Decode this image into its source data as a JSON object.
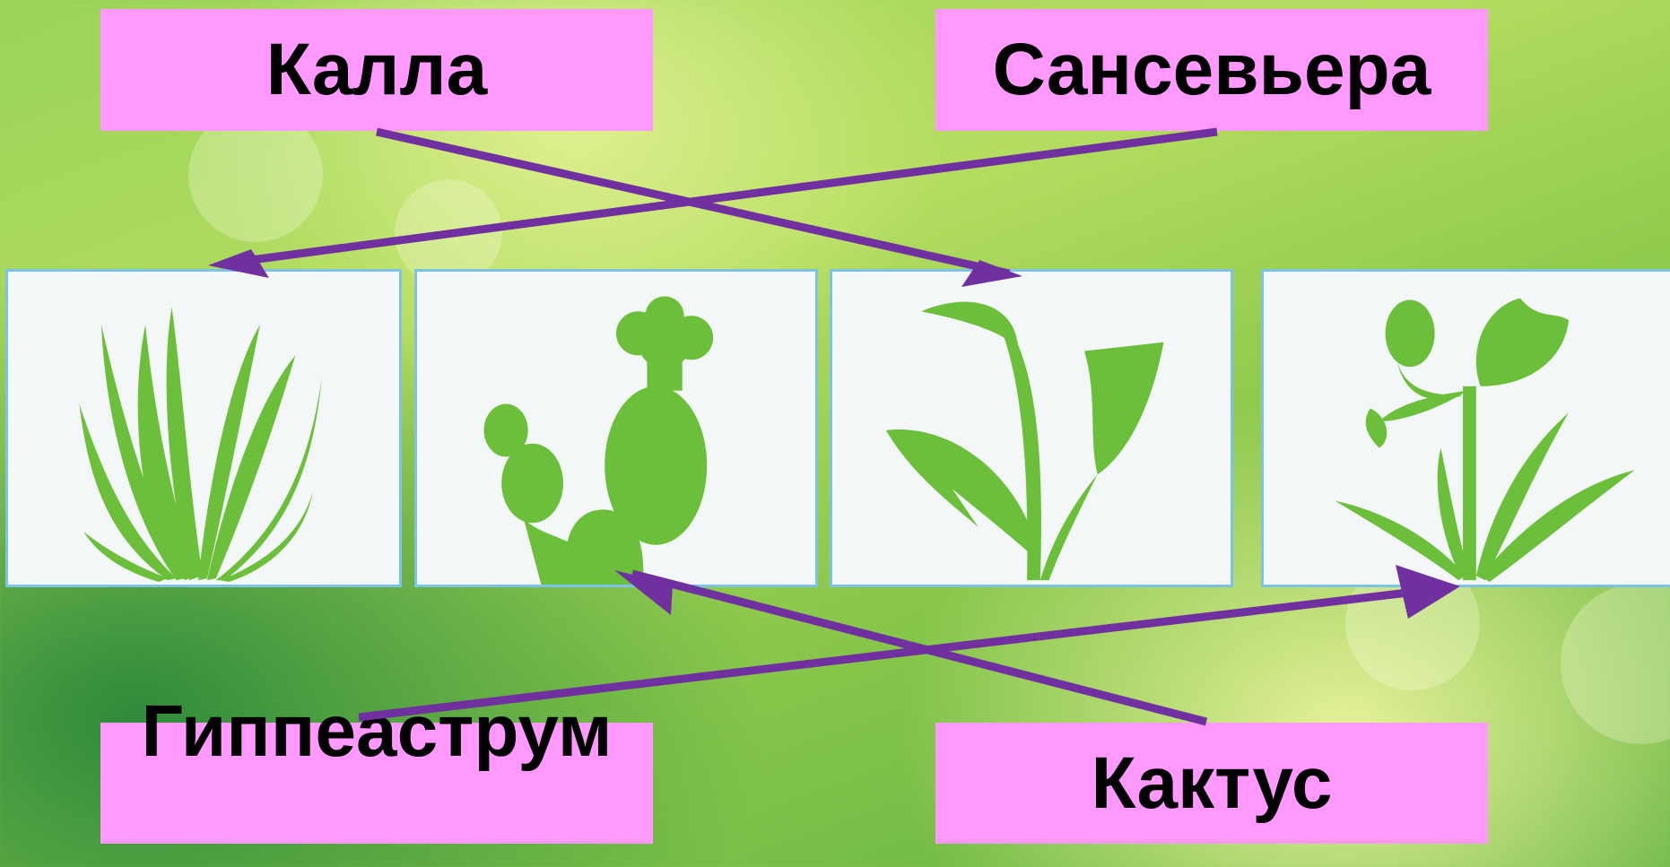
{
  "labels": {
    "kalla": "Калла",
    "sansevera": "Сансевьера",
    "gippeastrum": "Гиппеаструм",
    "kaktus": "Кактус"
  },
  "plants": [
    "sansevieria-silhouette",
    "cactus-silhouette",
    "calla-silhouette",
    "hippeastrum-silhouette"
  ],
  "colors": {
    "label_bg": "#ff99ff",
    "arrow": "#7030a0",
    "plant": "#6cbf3a",
    "card_border": "#7cc3e6"
  }
}
